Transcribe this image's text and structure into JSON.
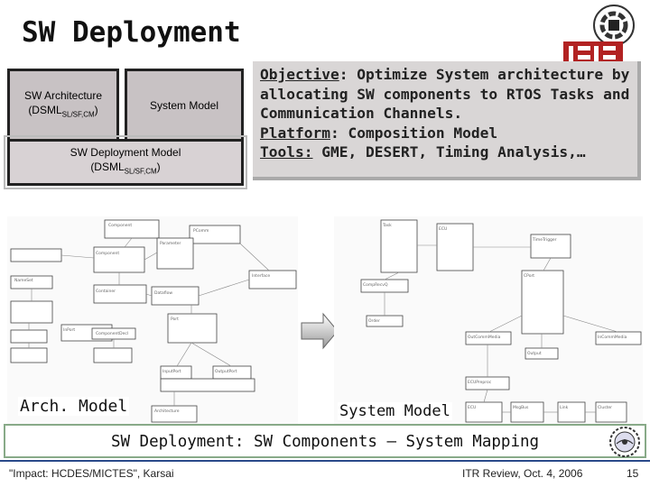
{
  "slide": {
    "title": "SW Deployment",
    "page_number": "15"
  },
  "diagram": {
    "box1_line1": "SW Architecture",
    "box1_line2_main": "(DSML",
    "box1_line2_sub": "SL/SF,CM",
    "box1_line2_end": ")",
    "box2_label": "System Model",
    "box3_line1": "SW Deployment Model",
    "box3_line2_main": "(DSML",
    "box3_line2_sub": "SL/SF,CM",
    "box3_line2_end": ")"
  },
  "objective": {
    "objective_label": "Objective",
    "objective_text": ": Optimize System architecture by allocating SW components to RTOS Tasks and Communication Channels.",
    "platform_label": "Platform",
    "platform_text": ":  Composition Model",
    "tools_label": "Tools:",
    "tools_text": " GME, DESERT, Timing Analysis,…"
  },
  "labels": {
    "arch_model": "Arch. Model",
    "system_model": "System Model",
    "mapping": "SW Deployment: SW Components – System Mapping"
  },
  "footer": {
    "left": "\"Impact: HCDES/MICTES\", Karsai",
    "right": "ITR Review, Oct. 4, 2006"
  },
  "colors": {
    "box_fill": "#c8c2c4",
    "panel_fill": "#d9d6d6",
    "logo_red": "#b22222",
    "footer_rule": "#2a4a8a"
  }
}
